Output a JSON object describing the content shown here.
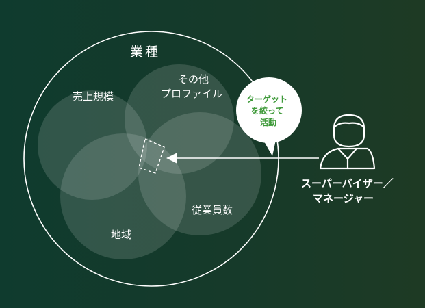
{
  "diagram": {
    "outer_label": "業種",
    "circles": {
      "sales_scale": "売上規模",
      "other_profile_line1": "その他",
      "other_profile_line2": "プロファイル",
      "employees": "従業員数",
      "region": "地域"
    },
    "bubble": {
      "line1": "ターゲット",
      "line2": "を絞って",
      "line3": "活動"
    },
    "role": {
      "line1": "スーパーバイザー／",
      "line2": "マネージャー"
    },
    "colors": {
      "background_left": "#0f3b2e",
      "background_right": "#1e3a24",
      "bubble_text": "#3f9a3a",
      "white": "#ffffff"
    },
    "icons": [
      "person-icon",
      "arrow-left-icon",
      "speech-bubble-icon"
    ]
  }
}
